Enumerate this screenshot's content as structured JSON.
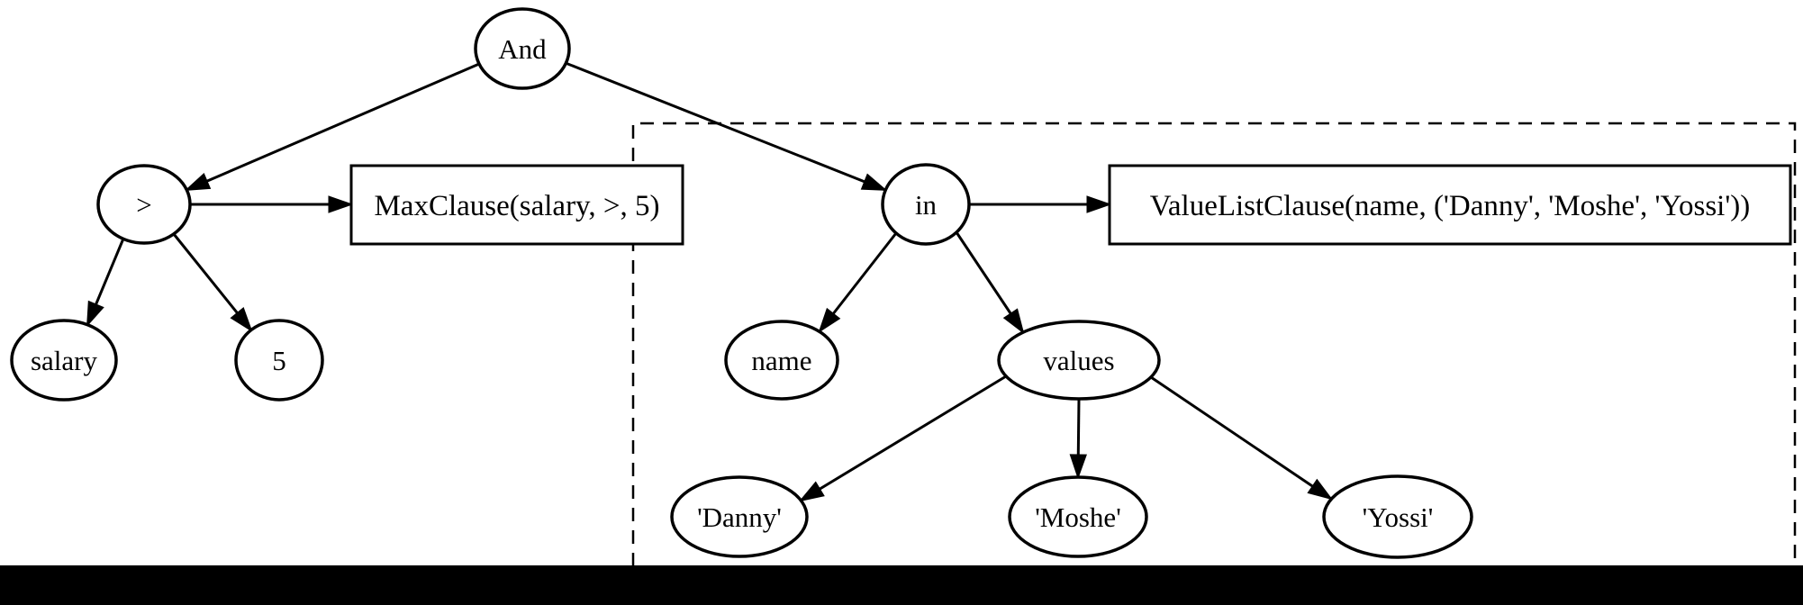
{
  "diagram": {
    "nodes": {
      "and": "And",
      "gt": ">",
      "in_op": "in",
      "salary": "salary",
      "five": "5",
      "name": "name",
      "values": "values",
      "danny": "'Danny'",
      "moshe": "'Moshe'",
      "yossi": "'Yossi'"
    },
    "clauses": {
      "max_clause": "MaxClause(salary, >, 5)",
      "value_list_clause": "ValueListClause(name, ('Danny', 'Moshe', 'Yossi'))"
    },
    "colors": {
      "stroke": "#000000",
      "background": "#ffffff",
      "bottom_bar": "#000000"
    }
  }
}
